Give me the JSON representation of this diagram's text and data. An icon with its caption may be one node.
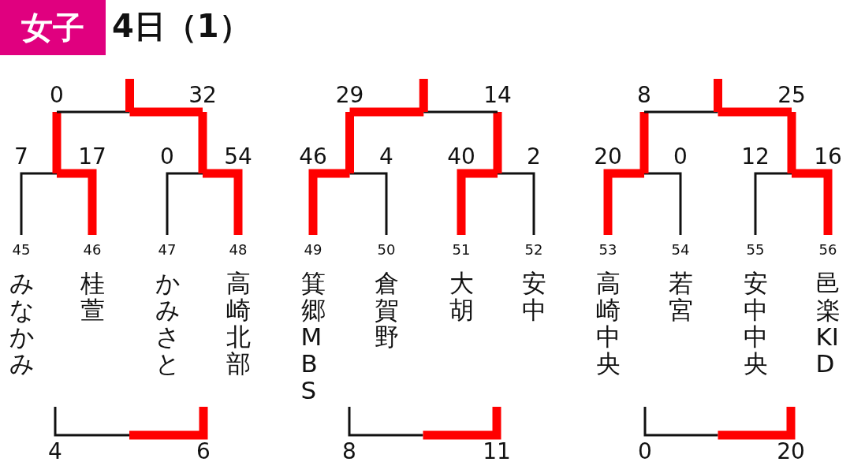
{
  "diagram": {
    "title": "4日（1）",
    "nodes": [
      {
        "text": [
          "女子"
        ]
      },
      {
        "text": [
          "みなかみ"
        ],
        "beside": [
          "45"
        ]
      },
      {
        "text": [
          "桂萱"
        ],
        "beside": [
          "46"
        ]
      },
      {
        "text": [
          "かみさと"
        ],
        "beside": [
          "47"
        ]
      },
      {
        "text": [
          "高崎北部"
        ],
        "beside": [
          "48"
        ]
      },
      {
        "text": [
          "箕郷MBS"
        ],
        "beside": [
          "49"
        ]
      },
      {
        "text": [
          "倉賀野"
        ],
        "beside": [
          "50"
        ]
      },
      {
        "text": [
          "大胡"
        ],
        "beside": [
          "51"
        ]
      },
      {
        "text": [
          "安中"
        ],
        "beside": [
          "52"
        ]
      },
      {
        "text": [
          "高崎中央"
        ],
        "beside": [
          "53"
        ]
      },
      {
        "text": [
          "若宮"
        ],
        "beside": [
          "54"
        ]
      },
      {
        "text": [
          "安中中央"
        ],
        "beside": [
          "55"
        ]
      },
      {
        "text": [
          "邑楽KID"
        ],
        "beside": [
          "56"
        ]
      }
    ],
    "labels": [
      "0",
      "32",
      "29",
      "14",
      "8",
      "25",
      "7",
      "17",
      "0",
      "54",
      "46",
      "4",
      "40",
      "2",
      "20",
      "0",
      "12",
      "16",
      "4",
      "6",
      "8",
      "11",
      "0",
      "20"
    ]
  }
}
